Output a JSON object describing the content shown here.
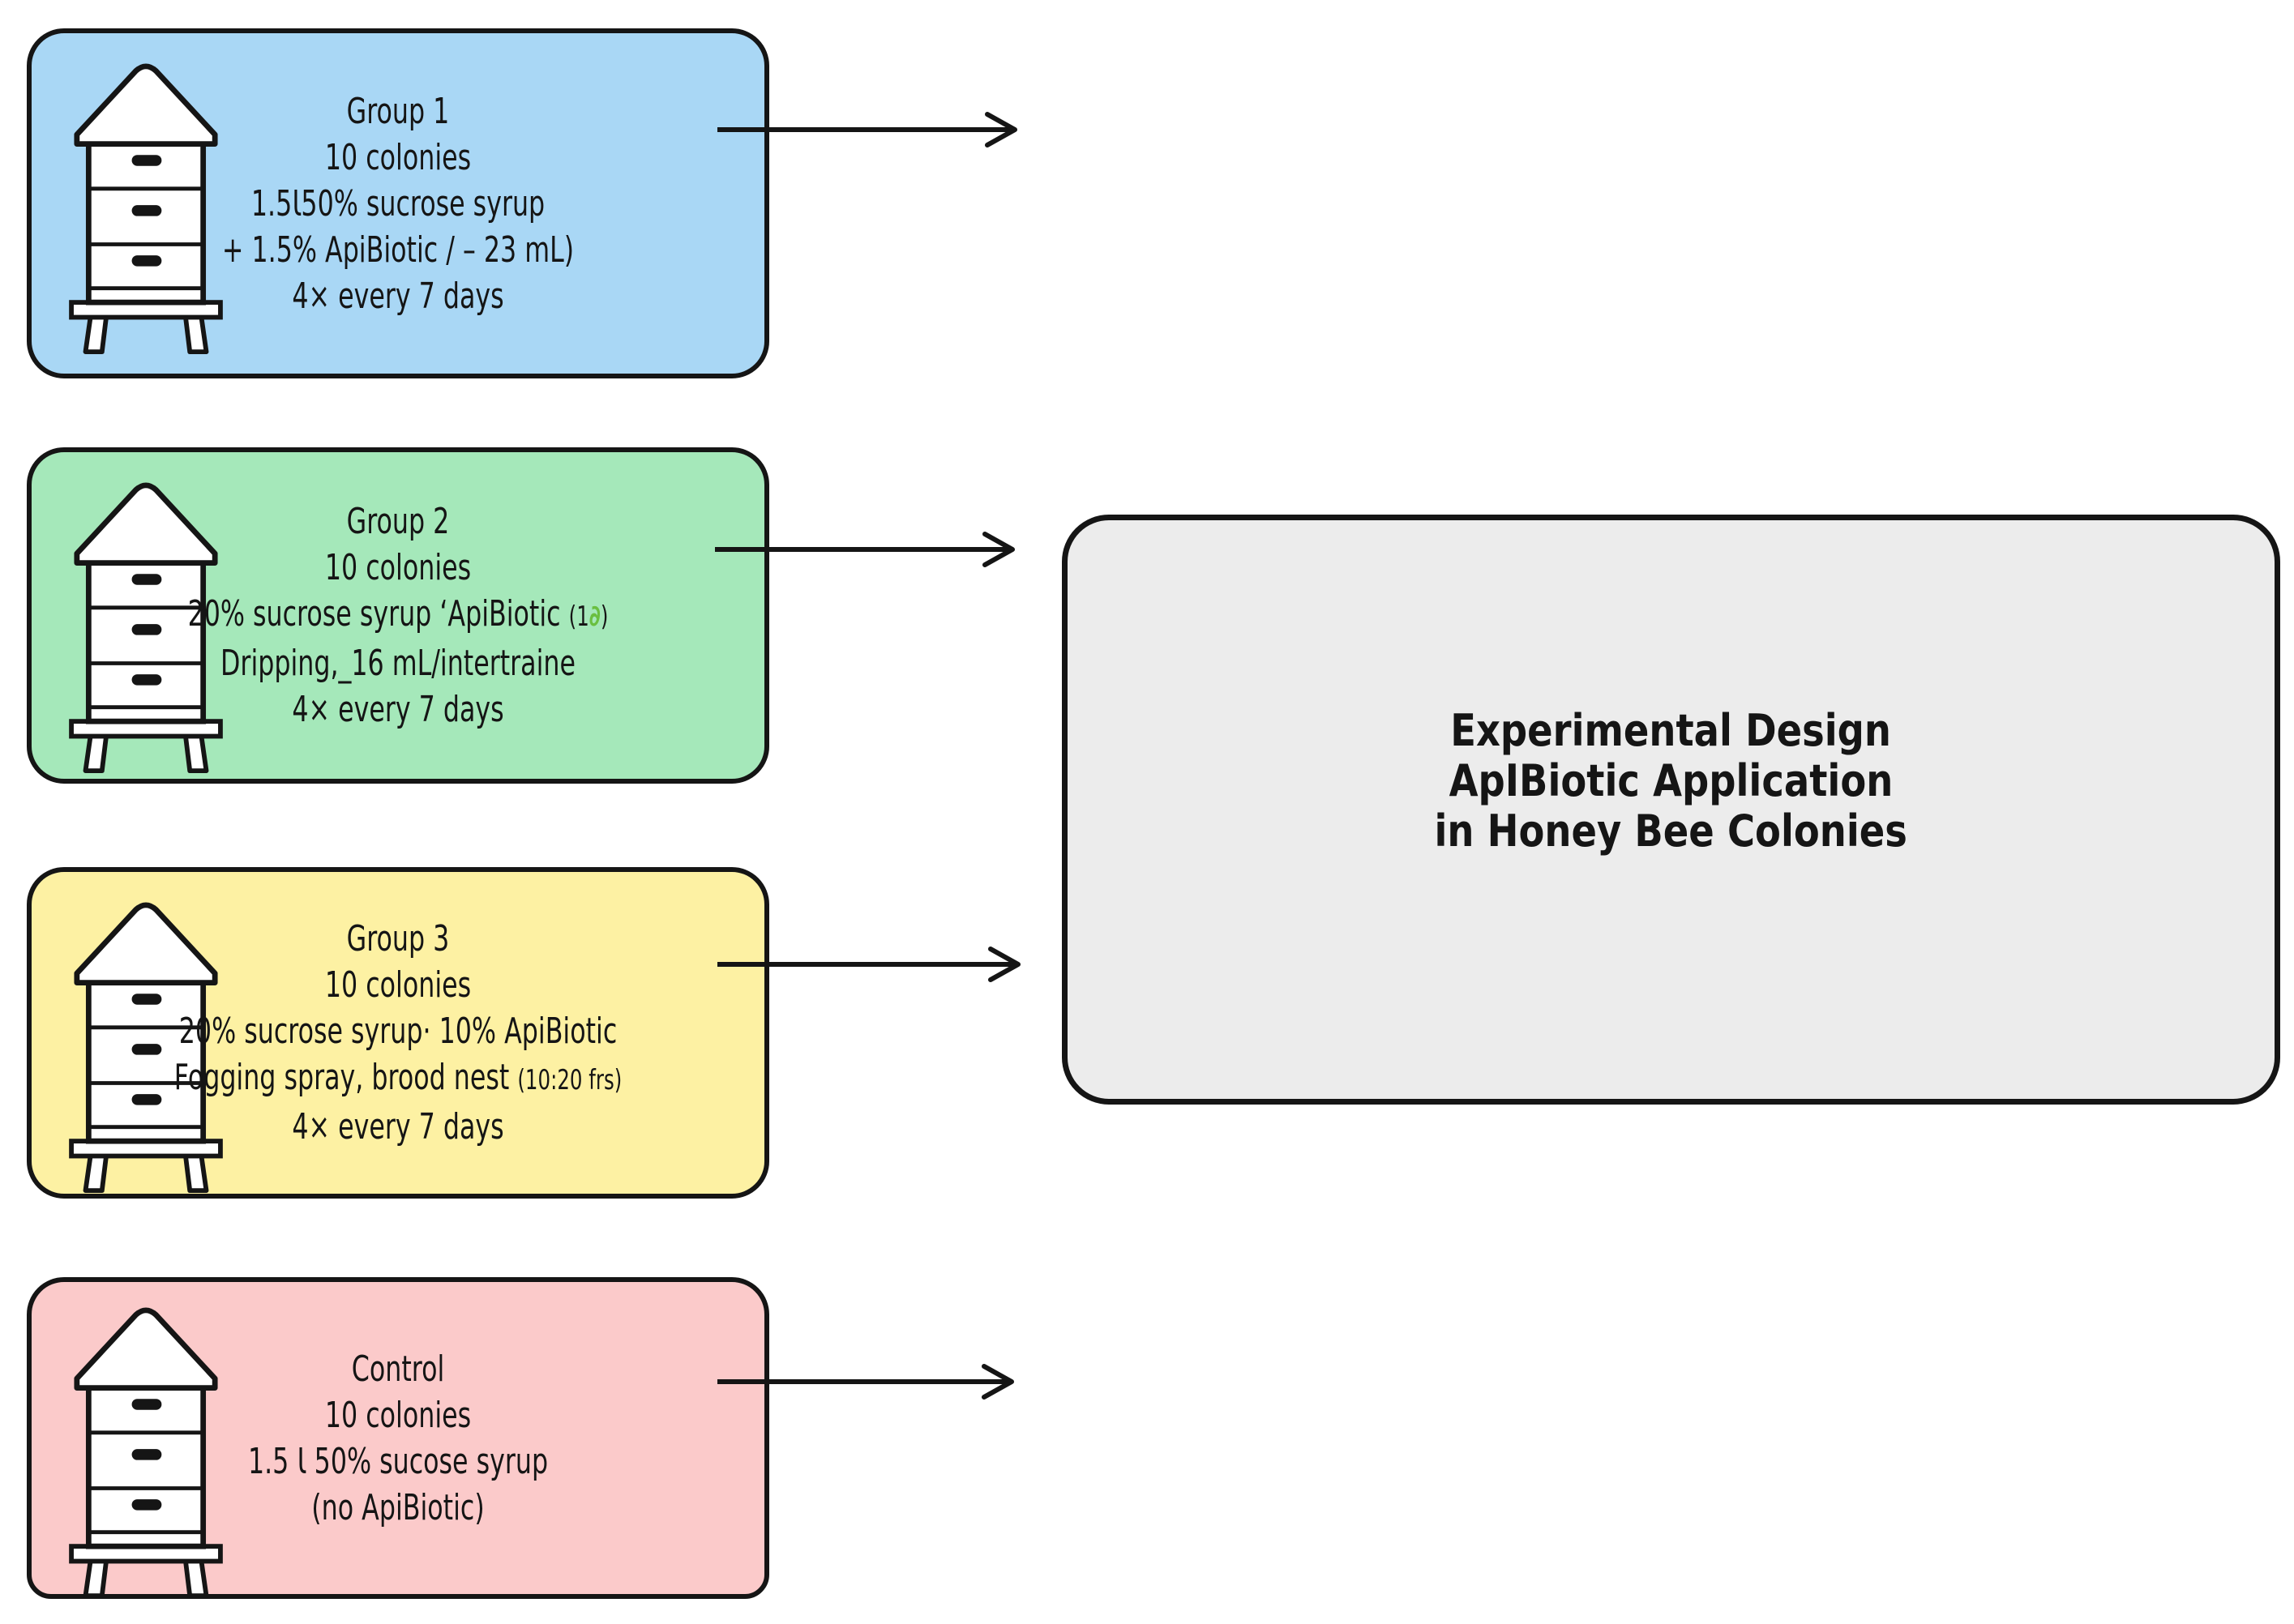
{
  "colors": {
    "blue": "#a9d7f5",
    "green": "#a5e8ba",
    "yellow": "#fdf1a3",
    "pink": "#fbcaca",
    "panel": "#ececec",
    "outline": "#151515",
    "leaf": "#6abf40"
  },
  "title_box": {
    "lines": [
      "Experimental Design",
      "ApIBiotic Application",
      "in Honey Bee Colonies"
    ]
  },
  "groups": [
    {
      "id": "group-1",
      "color_key": "blue",
      "lines": [
        [
          {
            "t": "Group 1"
          }
        ],
        [
          {
            "t": "10 colonies"
          }
        ],
        [
          {
            "t": "1.5Ɩ50% sucrose syrup"
          }
        ],
        [
          {
            "t": "+ 1.5% ApiBiotic / – 23 mL)"
          }
        ],
        [
          {
            "t": "4× every 7 days"
          }
        ]
      ]
    },
    {
      "id": "group-2",
      "color_key": "green",
      "lines": [
        [
          {
            "t": "Group 2"
          }
        ],
        [
          {
            "t": "10 colonies"
          }
        ],
        [
          {
            "t": "20% sucrose syrup ‘ApiBiotic "
          },
          {
            "t": "(1",
            "s": "small"
          },
          {
            "t": "∂",
            "s": "leaf"
          },
          {
            "t": ")",
            "s": "small"
          }
        ],
        [
          {
            "t": "Dripping,_16 mL/intertraine"
          }
        ],
        [
          {
            "t": "4× every 7 days"
          }
        ]
      ]
    },
    {
      "id": "group-3",
      "color_key": "yellow",
      "lines": [
        [
          {
            "t": "Group 3"
          }
        ],
        [
          {
            "t": "10 colonies"
          }
        ],
        [
          {
            "t": "20% sucrose syrup· 10% ApiBiotic"
          }
        ],
        [
          {
            "t": "Fogging spray, brood nest "
          },
          {
            "t": "(10:20 frs)",
            "s": "small"
          }
        ],
        [
          {
            "t": "4× every 7 days"
          }
        ]
      ]
    },
    {
      "id": "control",
      "color_key": "pink",
      "lines": [
        [
          {
            "t": "Control"
          }
        ],
        [
          {
            "t": "10 colonies"
          }
        ],
        [
          {
            "t": "1.5 Ɩ 50% sucose syrup"
          }
        ],
        [
          {
            "t": "(no ApiBiotic)"
          }
        ]
      ]
    }
  ]
}
